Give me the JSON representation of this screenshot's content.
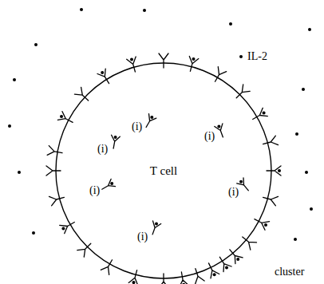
{
  "diagram": {
    "nodes": [
      {
        "text": [
          "T cell"
        ]
      }
    ],
    "labels": [
      "IL-2",
      "(i)",
      "(i)",
      "(i)",
      "(i)",
      "(i)",
      "(i)",
      "cluster"
    ]
  }
}
